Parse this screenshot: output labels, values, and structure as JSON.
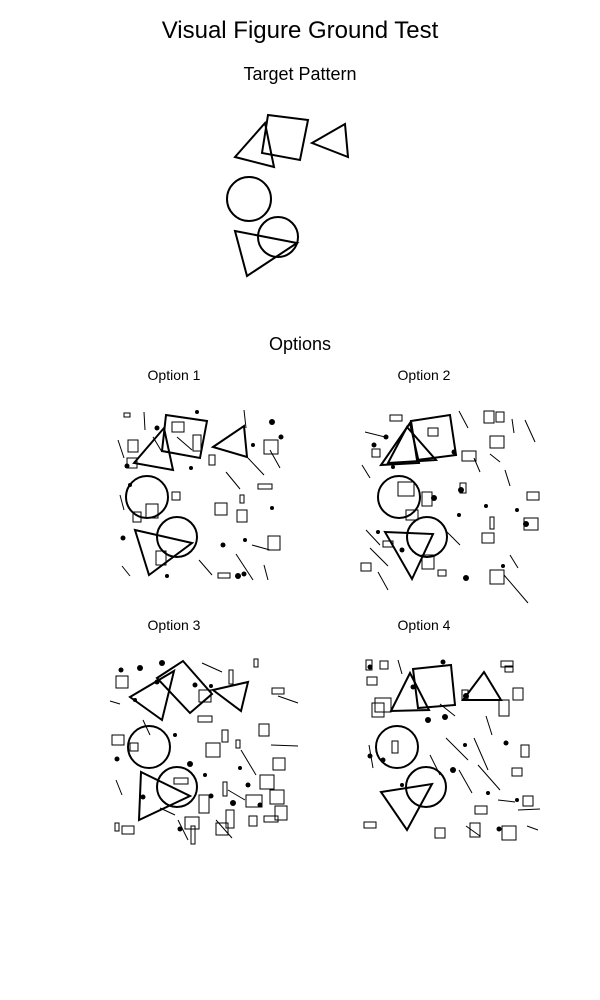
{
  "title": "Visual Figure Ground Test",
  "target_title": "Target Pattern",
  "options_title": "Options",
  "options": [
    {
      "label": "Option 1"
    },
    {
      "label": "Option 2"
    },
    {
      "label": "Option 3"
    },
    {
      "label": "Option 4"
    }
  ]
}
